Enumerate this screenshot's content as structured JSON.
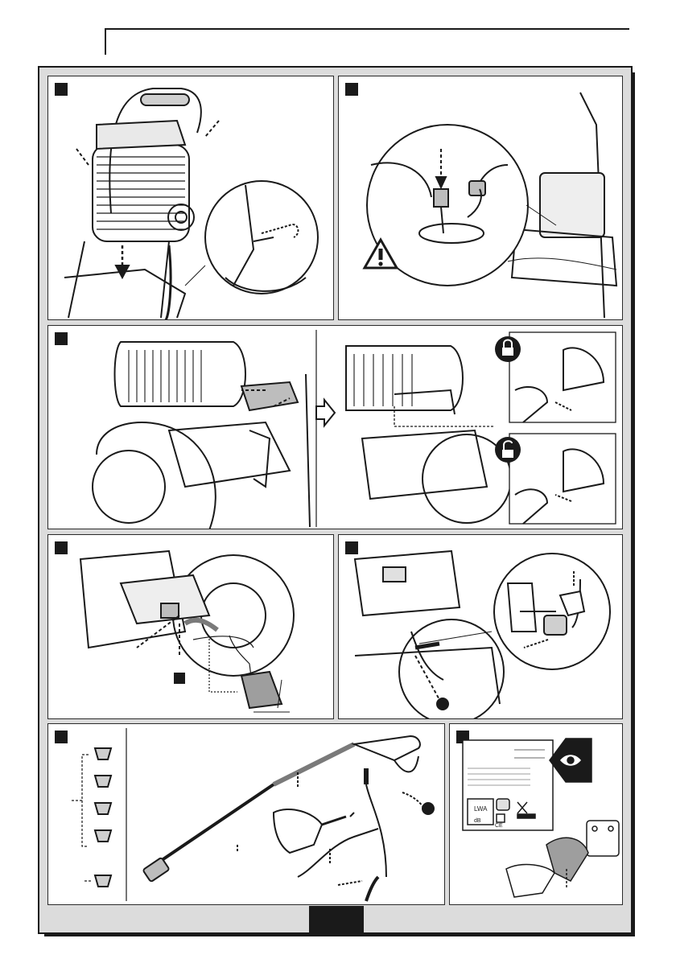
{
  "document": {
    "type": "assembly instruction page (wordless illustrations)",
    "panels": [
      {
        "id": "step-1",
        "icon": "hose-reel-mounting"
      },
      {
        "id": "step-2",
        "icon": "warning-icon"
      },
      {
        "id": "step-3",
        "icon": "lock-unlock-icons"
      },
      {
        "id": "step-4",
        "icon": "hose-connection"
      },
      {
        "id": "step-5",
        "icon": "water-inlet-connection"
      },
      {
        "id": "step-6",
        "icon": "lance-and-nozzles"
      },
      {
        "id": "step-7",
        "icon": "rating-label-and-plug"
      }
    ]
  },
  "label": {
    "lwa": "LWA",
    "db": "dB",
    "ce": "CE"
  },
  "colors": {
    "frame": "#dcdcdc",
    "line": "#1a1a1a",
    "panel": "#ffffff"
  }
}
